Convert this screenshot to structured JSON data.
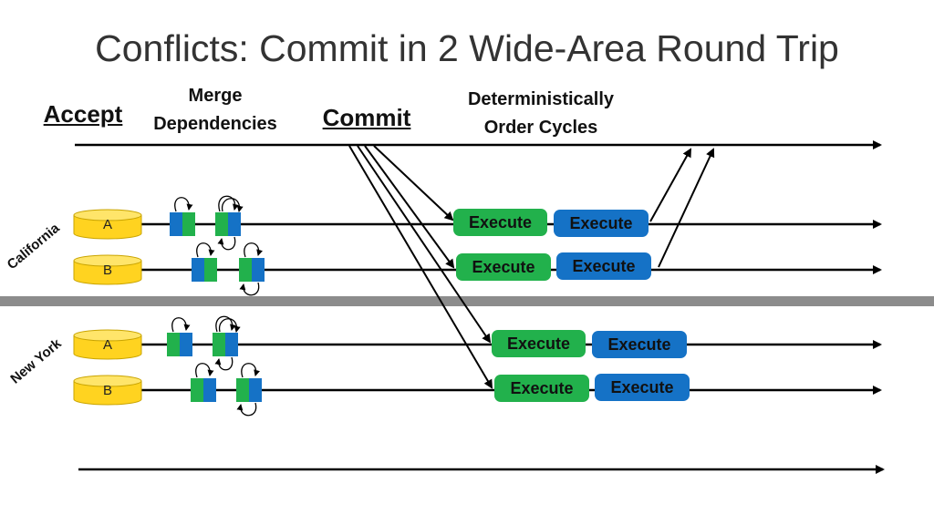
{
  "title": "Conflicts: Commit in 2 Wide-Area Round Trip",
  "headers": {
    "accept": "Accept",
    "merge_line1": "Merge",
    "merge_line2": "Dependencies",
    "commit": "Commit",
    "order_line1": "Deterministically",
    "order_line2": "Order Cycles"
  },
  "regions": [
    "California",
    "New York"
  ],
  "replicas": [
    "A",
    "B",
    "A",
    "B"
  ],
  "execute_label": "Execute",
  "colors": {
    "green": "#22b14c",
    "blue": "#1572c6",
    "db": "#ffd320",
    "divider": "#8c8c8c"
  }
}
